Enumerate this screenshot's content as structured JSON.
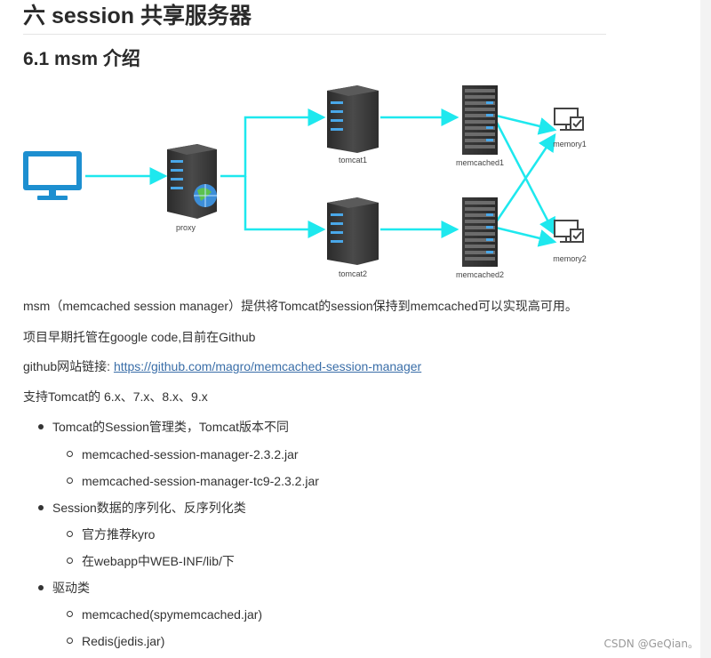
{
  "heading1": "六 session 共享服务器",
  "heading2": "6.1 msm 介绍",
  "diagram": {
    "nodes": {
      "proxy": "proxy",
      "tomcat1": "tomcat1",
      "tomcat2": "tomcat2",
      "memcached1": "memcached1",
      "memcached2": "memcached2",
      "memory1": "memory1",
      "memory2": "memory2"
    },
    "colors": {
      "arrow": "#1ee8ee",
      "monitor": "#1d8fd0",
      "server": "#3a3a3a"
    }
  },
  "paragraphs": {
    "p1": "msm（memcached session manager）提供将Tomcat的session保持到memcached可以实现高可用。",
    "p2": "项目早期托管在google code,目前在Github",
    "p3_prefix": "github网站链接: ",
    "p3_link": "https://github.com/magro/memcached-session-manager",
    "p4": "支持Tomcat的 6.x、7.x、8.x、9.x"
  },
  "list": [
    {
      "label": "Tomcat的Session管理类，Tomcat版本不同",
      "children": [
        "memcached-session-manager-2.3.2.jar",
        "memcached-session-manager-tc9-2.3.2.jar"
      ]
    },
    {
      "label": "Session数据的序列化、反序列化类",
      "children": [
        "官方推荐kyro",
        "在webapp中WEB-INF/lib/下"
      ]
    },
    {
      "label": "驱动类",
      "children": [
        "memcached(spymemcached.jar)",
        "Redis(jedis.jar)"
      ]
    }
  ],
  "watermark": "CSDN @GeQian。"
}
